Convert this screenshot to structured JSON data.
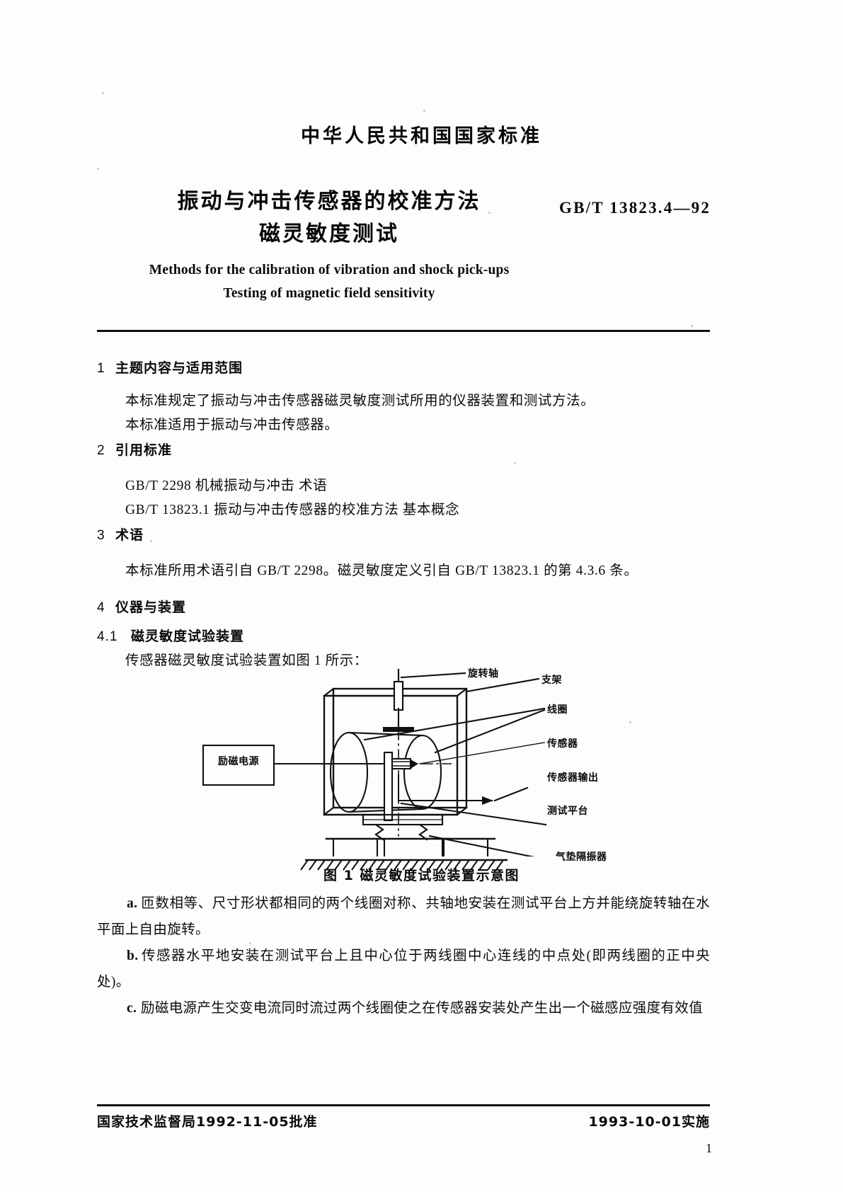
{
  "header": {
    "national_standard": "中华人民共和国国家标准",
    "title_lines": [
      "振动与冲击传感器的校准方法",
      "磁灵敏度测试"
    ],
    "standard_number": "GB/T 13823.4—92",
    "english_lines": [
      "Methods for the calibration of vibration and shock pick-ups",
      "Testing of magnetic field sensitivity"
    ]
  },
  "sections": [
    {
      "number": "1",
      "heading": "主题内容与适用范围",
      "paragraphs": [
        "本标准规定了振动与冲击传感器磁灵敏度测试所用的仪器装置和测试方法。",
        "本标准适用于振动与冲击传感器。"
      ]
    },
    {
      "number": "2",
      "heading": "引用标准",
      "paragraphs": [
        "GB/T 2298   机械振动与冲击   术语",
        "GB/T 13823.1   振动与冲击传感器的校准方法   基本概念"
      ]
    },
    {
      "number": "3",
      "heading": "术语",
      "paragraphs": [
        "本标准所用术语引自 GB/T 2298。磁灵敏度定义引自 GB/T 13823.1 的第 4.3.6 条。"
      ]
    },
    {
      "number": "4",
      "heading": "仪器与装置",
      "paragraphs": []
    },
    {
      "number": "4.1",
      "heading": "磁灵敏度试验装置",
      "paragraphs": [
        "传感器磁灵敏度试验装置如图 1 所示："
      ]
    }
  ],
  "figure": {
    "caption": "图 1   磁灵敏度试验装置示意图",
    "labels": {
      "power_supply": "励磁电源",
      "rotating_shaft": "旋转轴",
      "bracket": "支架",
      "coil": "线圈",
      "sensor": "传感器",
      "sensor_output": "传感器输出",
      "test_platform": "测试平台",
      "air_isolator": "气垫隔振器"
    }
  },
  "items": [
    {
      "mark": "a.",
      "text": "匝数相等、尺寸形状都相同的两个线圈对称、共轴地安装在测试平台上方并能绕旋转轴在水平面上自由旋转。"
    },
    {
      "mark": "b.",
      "text": "传感器水平地安装在测试平台上且中心位于两线圈中心连线的中点处(即两线圈的正中央处)。"
    },
    {
      "mark": "c.",
      "text": "励磁电源产生交变电流同时流过两个线圈使之在传感器安装处产生出一个磁感应强度有效值"
    }
  ],
  "footer": {
    "approval": "国家技术监督局1992-11-05批准",
    "implementation": "1993-10-01实施",
    "page_number": "1"
  }
}
